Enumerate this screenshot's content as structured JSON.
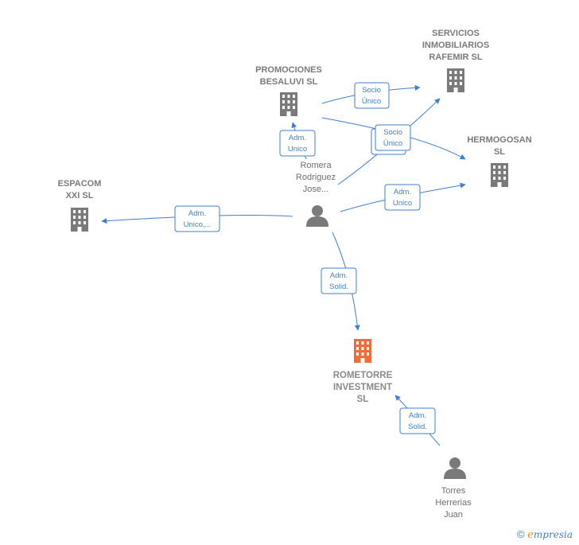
{
  "nodes": {
    "promociones": {
      "lines": [
        "PROMOCIONES",
        "BESALUVI SL"
      ]
    },
    "servicios": {
      "lines": [
        "SERVICIOS",
        "INMOBILIARIOS",
        "RAFEMIR SL"
      ]
    },
    "hermogosan": {
      "lines": [
        "HERMOGOSAN",
        "SL"
      ]
    },
    "espacom": {
      "lines": [
        "ESPACOM",
        "XXI SL"
      ]
    },
    "rometorre": {
      "lines": [
        "ROMETORRE",
        "INVESTMENT",
        "SL"
      ]
    },
    "romera": {
      "lines": [
        "Romera",
        "Rodriguez",
        "Jose..."
      ]
    },
    "torres": {
      "lines": [
        "Torres",
        "Herrerias",
        "Juan"
      ]
    }
  },
  "edges": {
    "socio1": [
      "Socio",
      "Único"
    ],
    "socio2": [
      "Socio",
      "Único"
    ],
    "adm_promociones": [
      "Adm.",
      "Unico"
    ],
    "adm_hermogosan": [
      "Adm.",
      "Unico"
    ],
    "adm_espacom": [
      "Adm.",
      "Unico,..."
    ],
    "adm_rometorre_romera": [
      "Adm.",
      "Solid."
    ],
    "adm_rometorre_torres": [
      "Adm.",
      "Solid."
    ]
  },
  "colors": {
    "company": "#7a7a7a",
    "focus_company": "#f26b38",
    "person": "#7a7a7a",
    "edge": "#3f7fd0"
  },
  "brand": {
    "copyright": "©",
    "e": "e",
    "rest": "mpresia"
  }
}
